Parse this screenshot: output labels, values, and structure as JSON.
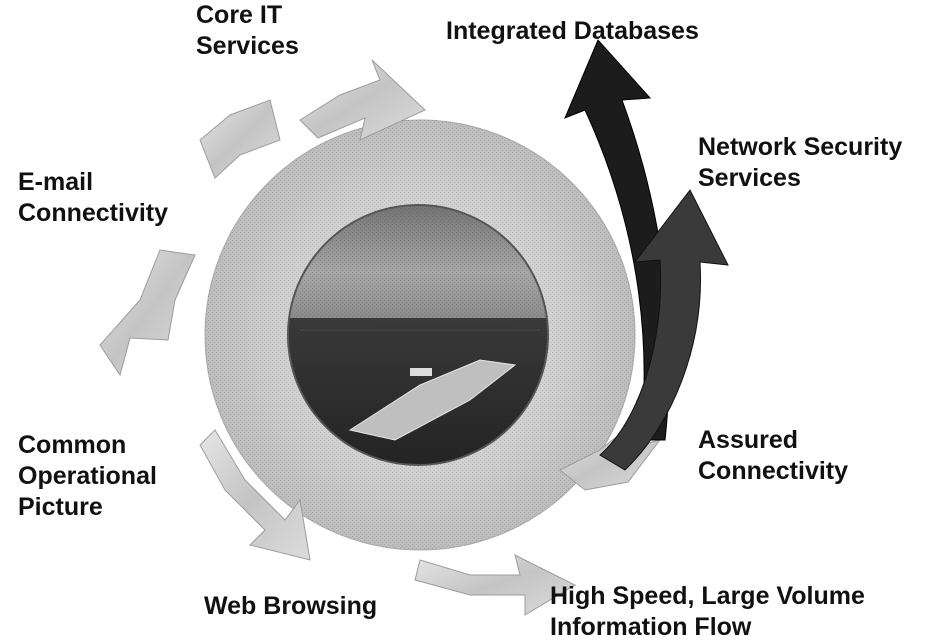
{
  "labels": {
    "core_it": [
      "Core IT",
      "Services"
    ],
    "integrated_databases": [
      "Integrated Databases"
    ],
    "network_security": [
      "Network Security",
      "Services"
    ],
    "email": [
      "E-mail",
      "Connectivity"
    ],
    "common_operational": [
      "Common",
      "Operational",
      "Picture"
    ],
    "assured": [
      "Assured",
      "Connectivity"
    ],
    "web_browsing": [
      "Web Browsing"
    ],
    "high_speed": [
      "High Speed, Large Volume",
      "Information Flow"
    ]
  },
  "colors": {
    "background": "#ffffff",
    "arrow_light": "#d2d2d2",
    "arrow_dark_1": "#1c1c1c",
    "arrow_dark_2": "#3a3a3a",
    "sky": "#8a8a8a",
    "sea": "#2e2e2e",
    "text": "#111111"
  },
  "icons": {
    "center_image": "aircraft-carrier-at-sea",
    "arrows": "swirl-arrows"
  }
}
